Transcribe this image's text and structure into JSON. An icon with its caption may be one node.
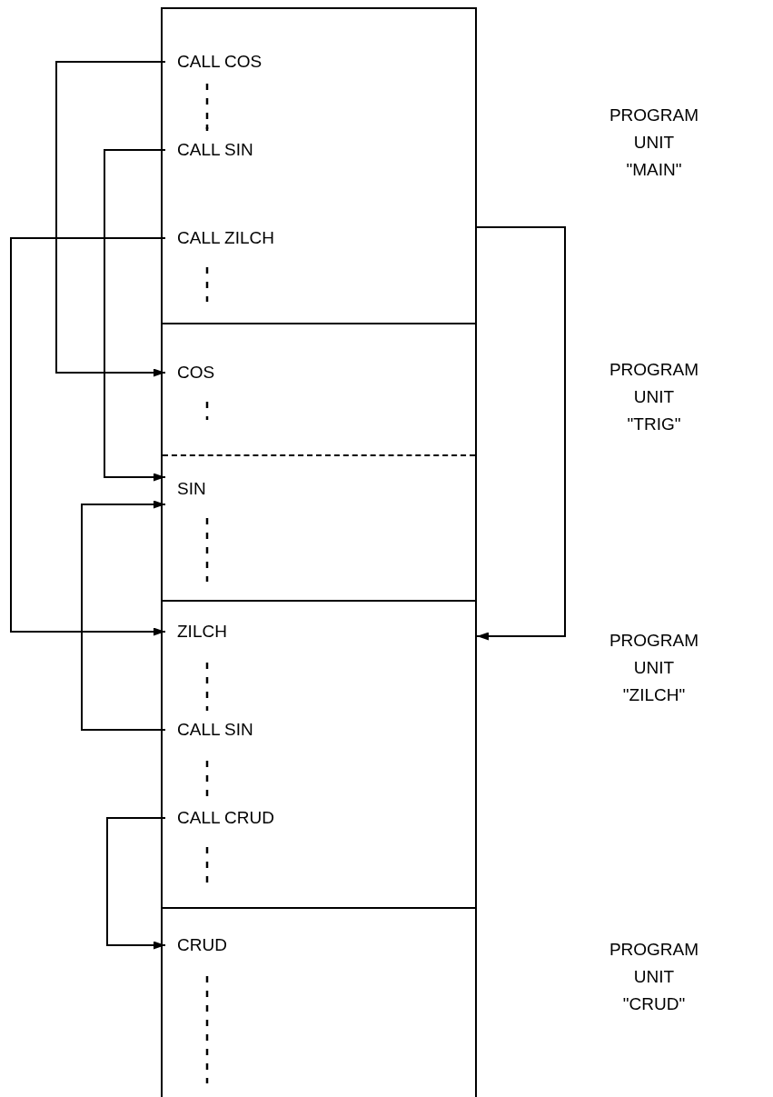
{
  "diagram": {
    "nodes": [
      {
        "text": [],
        "shape": "box"
      },
      {
        "text": [
          "CALL COS"
        ],
        "in": 0
      },
      {
        "text": [
          "CALL SIN"
        ],
        "in": 0
      },
      {
        "text": [
          "CALL ZILCH"
        ],
        "in": 0
      },
      {
        "text": [],
        "shape": "box"
      },
      {
        "text": [
          "COS"
        ],
        "in": 4
      },
      {
        "text": [
          "SIN"
        ],
        "in": 4
      },
      {
        "text": [],
        "shape": "box"
      },
      {
        "text": [
          "ZILCH"
        ],
        "in": 7
      },
      {
        "text": [
          "CALL SIN"
        ],
        "in": 7
      },
      {
        "text": [
          "CALL CRUD"
        ],
        "in": 7
      },
      {
        "text": [],
        "shape": "box"
      },
      {
        "text": [
          "CRUD"
        ],
        "in": 11
      }
    ],
    "edges": [
      {
        "from": 1,
        "to": 5,
        "arrow": "to"
      },
      {
        "from": 2,
        "to": 6,
        "arrow": "to"
      },
      {
        "from": 3,
        "to": 8,
        "arrow": "to"
      },
      {
        "from": 0,
        "to": 7,
        "arrow": "to"
      },
      {
        "from": 9,
        "to": 6,
        "arrow": "to"
      },
      {
        "from": 10,
        "to": 12,
        "arrow": "to"
      }
    ],
    "labels": [
      "PROGRAM UNIT \"MAIN\"",
      "PROGRAM UNIT \"TRIG\"",
      "PROGRAM UNIT \"ZILCH\"",
      "PROGRAM UNIT \"CRUD\""
    ]
  }
}
